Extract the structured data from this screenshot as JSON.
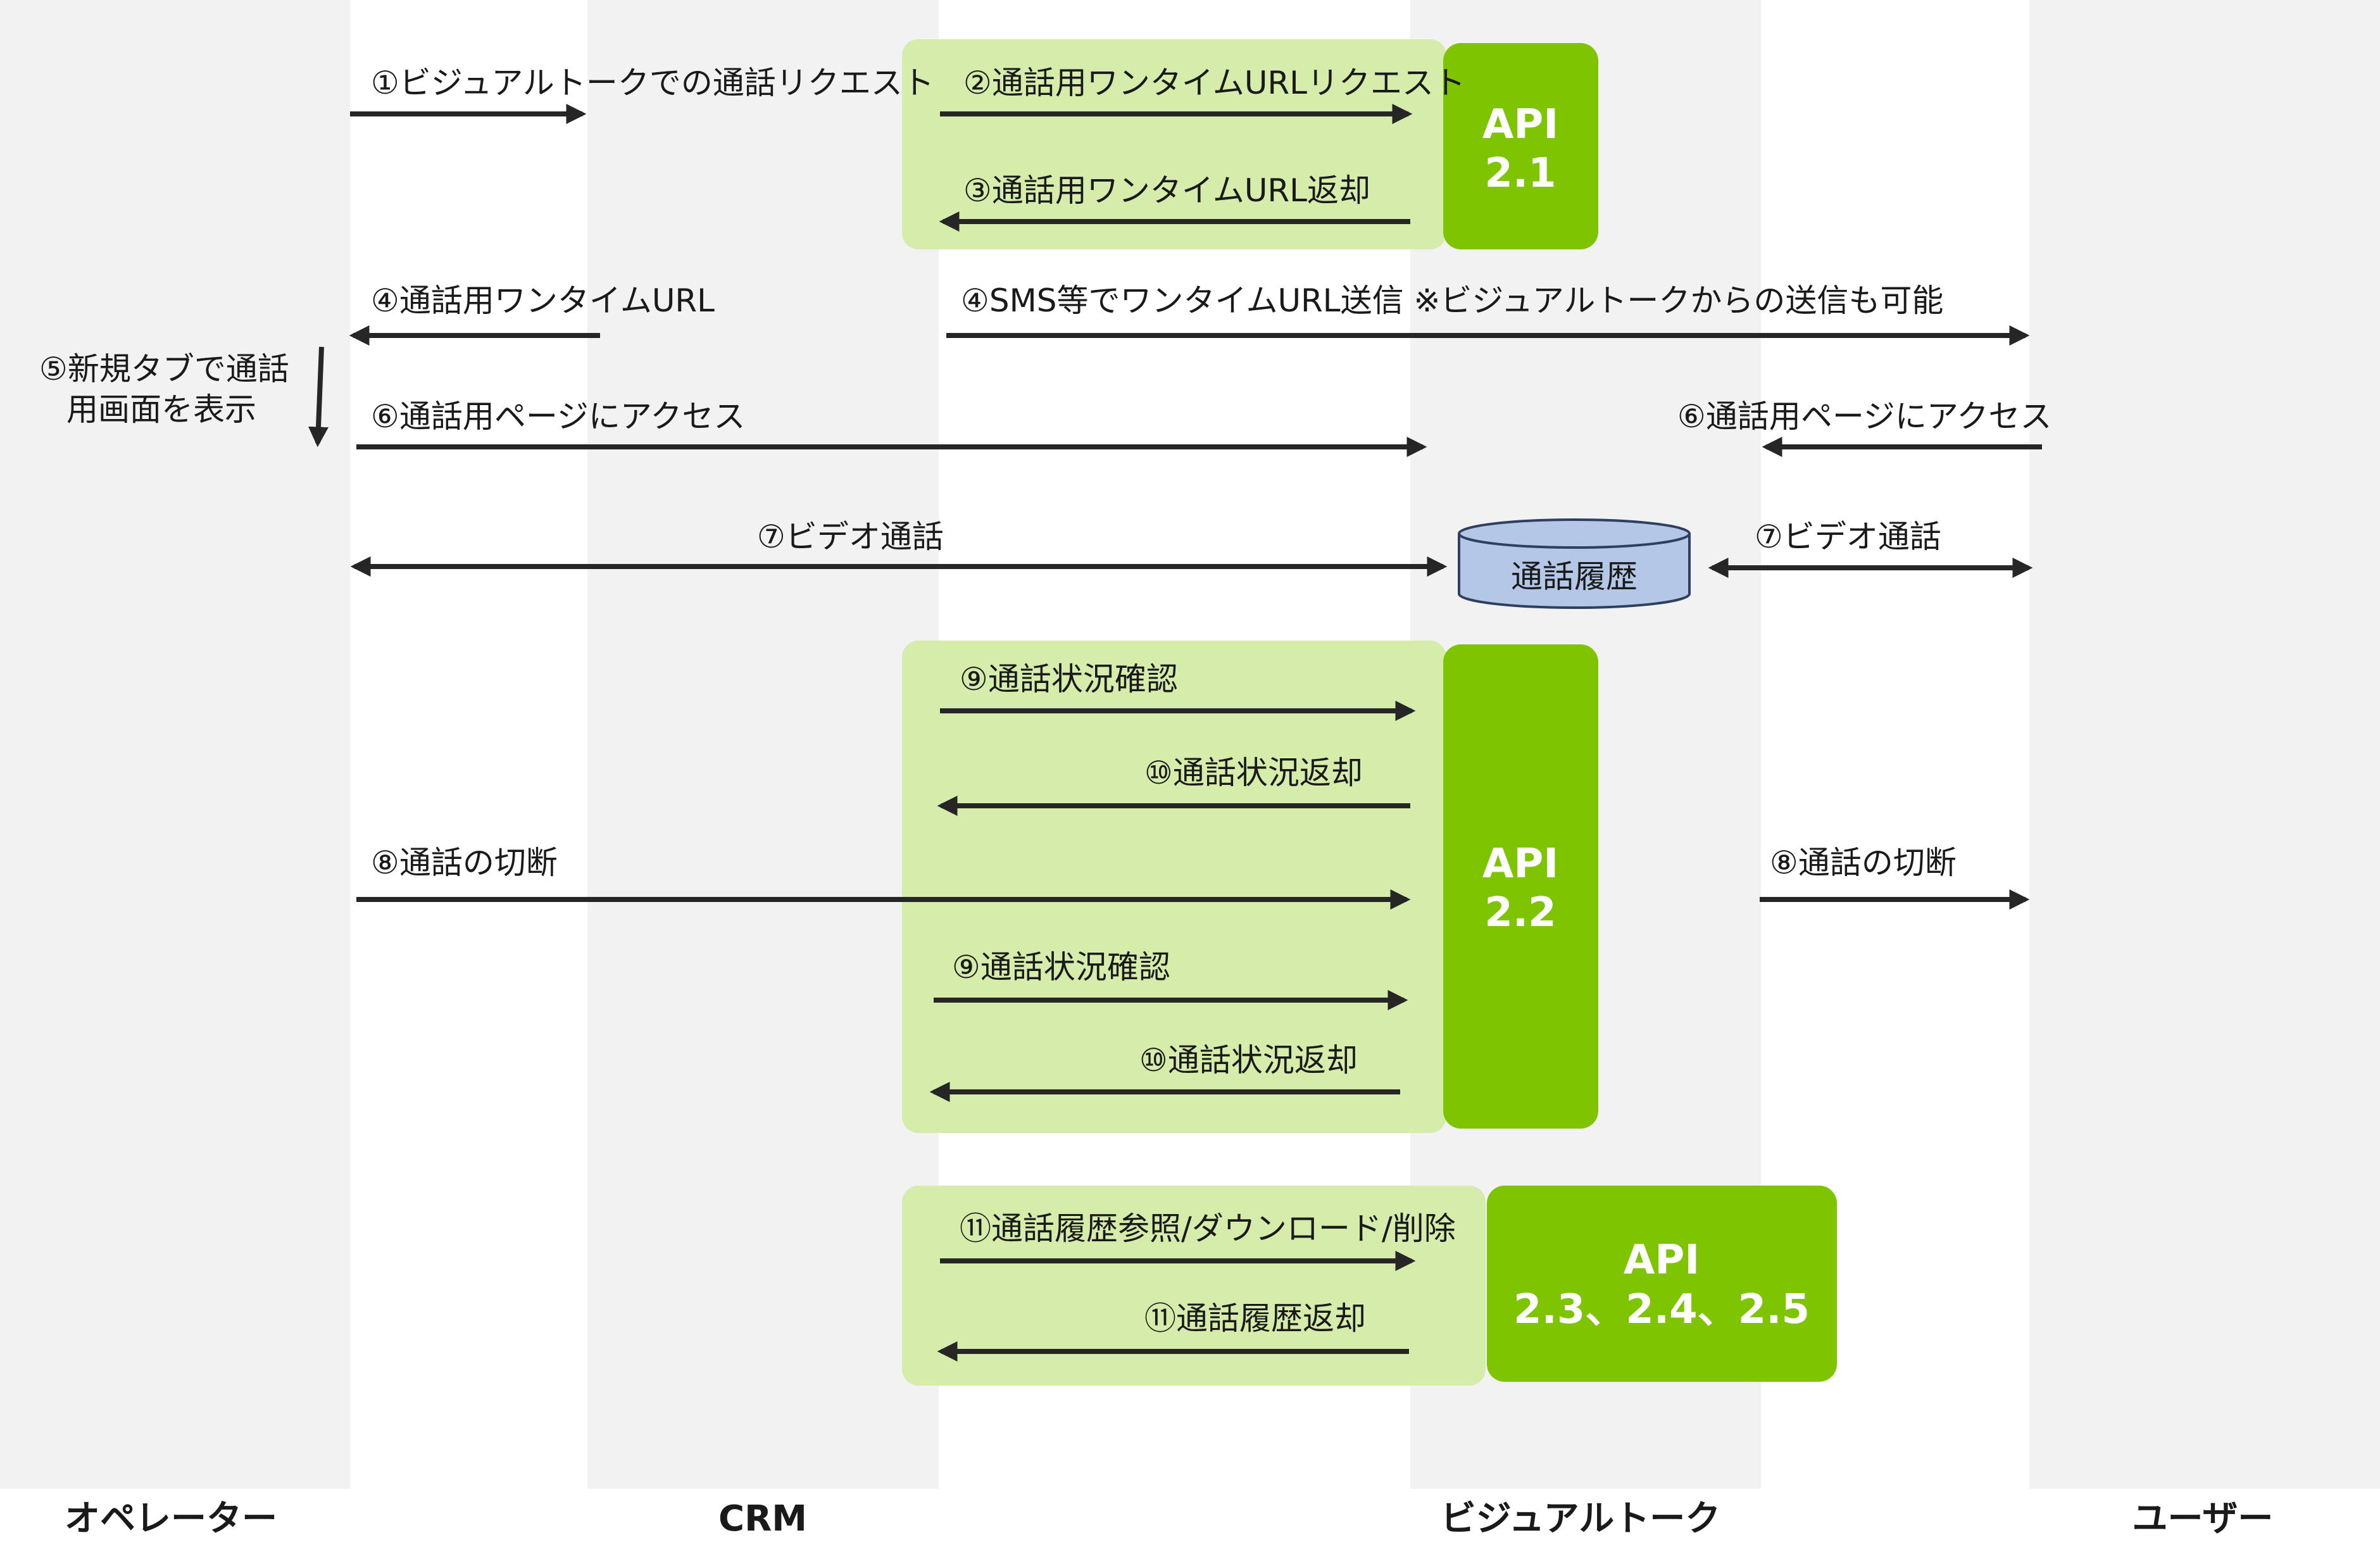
{
  "lanes": {
    "operator": "オペレーター",
    "crm": "CRM",
    "visualtalk": "ビジュアルトーク",
    "user": "ユーザー"
  },
  "messages": {
    "m1": "①ビジュアルトークでの通話リクエスト",
    "m2": "②通話用ワンタイムURLリクエスト",
    "m3": "③通話用ワンタイムURL返却",
    "m4a": "④通話用ワンタイムURL",
    "m4b": "④SMS等でワンタイムURL送信 ※ビジュアルトークからの送信も可能",
    "m5_line1": "⑤新規タブで通話",
    "m5_line2": "用画面を表示",
    "m6a": "⑥通話用ページにアクセス",
    "m6b": "⑥通話用ページにアクセス",
    "m7a": "⑦ビデオ通話",
    "m7b": "⑦ビデオ通話",
    "m9a": "⑨通話状況確認",
    "m10a": "⑩通話状況返却",
    "m8a": "⑧通話の切断",
    "m8b": "⑧通話の切断",
    "m9b": "⑨通話状況確認",
    "m10b": "⑩通話状況返却",
    "m11a": "⑪通話履歴参照/ダウンロード/削除",
    "m11b": "⑪通話履歴返却"
  },
  "api_boxes": {
    "api1_line1": "API",
    "api1_line2": "2.1",
    "api2_line1": "API",
    "api2_line2": "2.2",
    "api3_line1": "API",
    "api3_line2": "2.3、2.4、2.5"
  },
  "database": {
    "label": "通話履歴"
  },
  "colors": {
    "lane_fill": "#f2f2f2",
    "group_fill": "#d6ecab",
    "api_fill": "#7ec400",
    "db_fill": "#b4c7e7",
    "db_stroke": "#2f3f5f",
    "arrow": "#262626"
  }
}
